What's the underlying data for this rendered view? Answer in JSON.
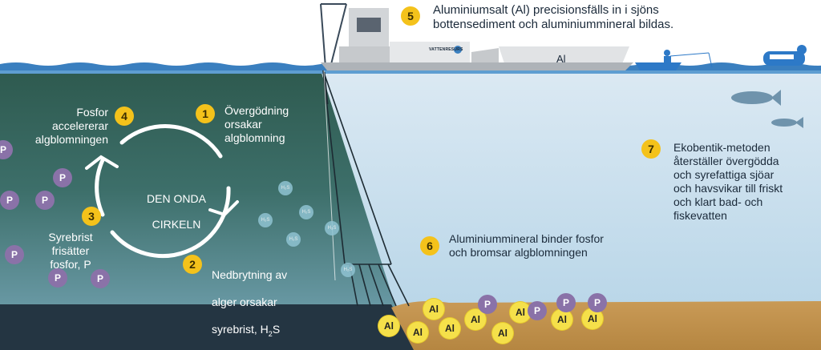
{
  "cycle": {
    "title_line1": "DEN ONDA",
    "title_line2": "CIRKELN"
  },
  "steps": [
    {
      "number": "1",
      "text": "Övergödning\norsakar\nalgblomning"
    },
    {
      "number": "2",
      "text_line1": "Nedbrytning av",
      "text_line2": "alger orsakar",
      "text_line3_prefix": "syrebrist, H",
      "text_line3_sub": "2",
      "text_line3_suffix": "S"
    },
    {
      "number": "3",
      "text": "Syrebrist\nfrisätter\nfosfor, P"
    },
    {
      "number": "4",
      "text": "Fosfor\naccelererar\nalgblomningen"
    },
    {
      "number": "5",
      "text": "Aluminiumsalt (Al) precisionsfälls in i sjöns\nbottensediment och aluminiummineral bildas."
    },
    {
      "number": "6",
      "text": "Aluminiummineral binder fosfor\noch bromsar algblomningen"
    },
    {
      "number": "7",
      "text": "Ekobentik-metoden\nåterställer övergödda\noch syrefattiga sjöar\noch havsvikar till friskt\noch klart bad- och\nfiskevatten"
    }
  ],
  "molecules": {
    "h2s_label": "H₂S",
    "phosphorus_label": "P",
    "aluminium_label": "Al"
  },
  "barge": {
    "tank_label": "Al",
    "brand_label": "VATTENRESURS"
  },
  "colors": {
    "sky": "#ffffff",
    "surface_band": "#3a7fbf",
    "polluted_water": "#2f5d58",
    "clear_water": "#cfe3f0",
    "dark_sediment": "#243542",
    "clean_sediment": "#c79650",
    "badge": "#f4c21b",
    "phosphorus": "#8a72a8",
    "aluminium": "#f5e04a",
    "h2s": "#8fc3d2"
  }
}
